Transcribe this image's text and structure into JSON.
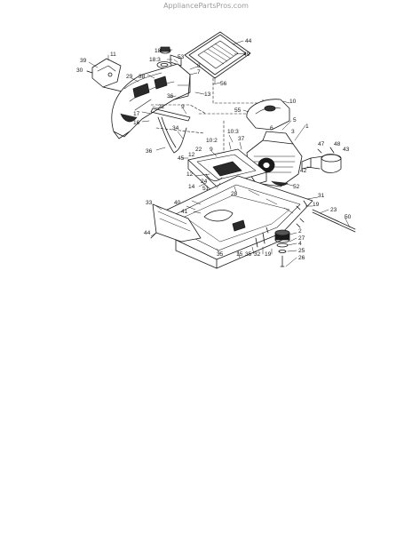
{
  "header": {
    "site": "AppliancePartsPros.com"
  },
  "callouts": [
    "11",
    "39",
    "30",
    "29",
    "38",
    "18",
    "18:3",
    "53",
    "8",
    "7",
    "13",
    "36",
    "55",
    "56",
    "44",
    "49",
    "10",
    "5",
    "6",
    "17",
    "16",
    "22",
    "9",
    "34",
    "45",
    "36",
    "10:2",
    "10:3",
    "37",
    "3",
    "1",
    "47",
    "48",
    "43",
    "42",
    "12",
    "24",
    "51",
    "28",
    "52",
    "14",
    "40",
    "41",
    "33",
    "44",
    "31",
    "19",
    "23",
    "50",
    "35",
    "15",
    "35",
    "32",
    "19",
    "2",
    "27",
    "4",
    "25",
    "26"
  ],
  "colors": {
    "ink": "#1a1a1a",
    "page": "#ffffff",
    "header": "#9a9a9a"
  }
}
